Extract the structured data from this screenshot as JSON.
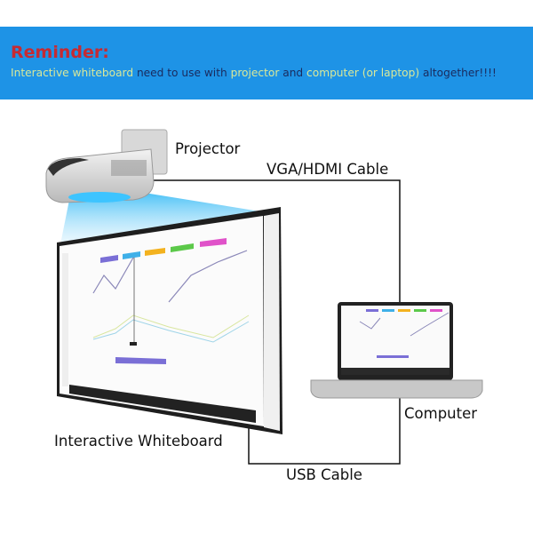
{
  "banner": {
    "title": "Reminder:",
    "message_parts": {
      "p1": "Interactive whiteboard",
      "p2": " need to use with ",
      "p3": "projector",
      "p4": " and ",
      "p5": "computer (or laptop)",
      "p6": " altogether!!!!"
    },
    "colors": {
      "background": "#1e93e6",
      "title": "#c62a32",
      "highlight": "#d8e89a",
      "text": "#1a2b5e"
    }
  },
  "labels": {
    "projector": "Projector",
    "vga_cable": "VGA/HDMI Cable",
    "computer": "Computer",
    "whiteboard": "Interactive Whiteboard",
    "usb_cable": "USB Cable"
  },
  "screen_tab_colors": [
    "#7a6fd6",
    "#3fb0e8",
    "#f3b21f",
    "#5cc94a",
    "#e052c9"
  ]
}
